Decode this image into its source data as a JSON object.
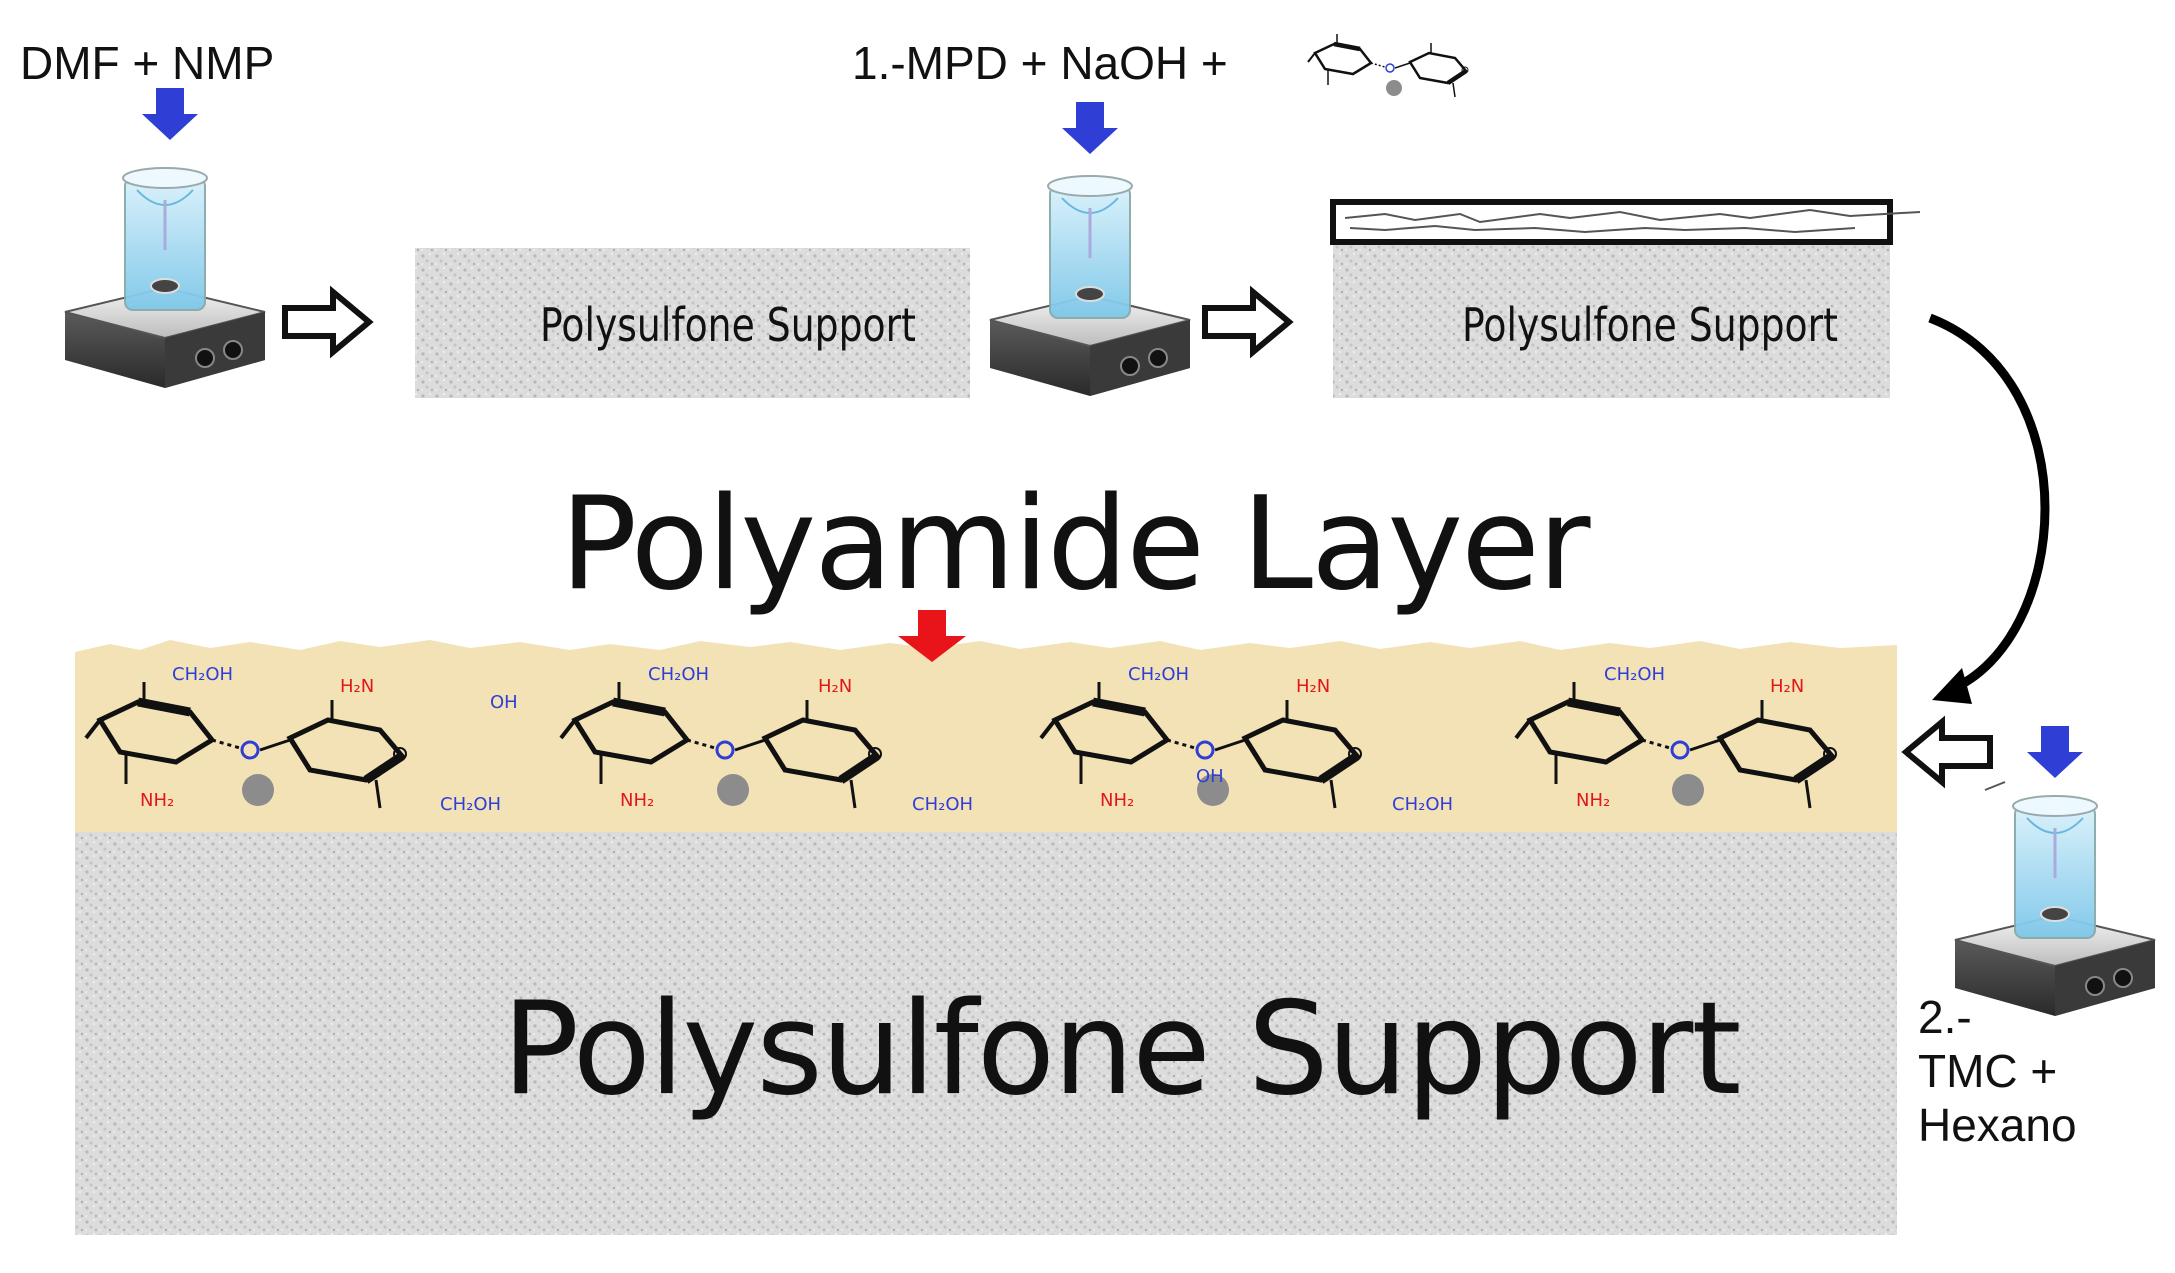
{
  "labels": {
    "step0": "DMF + NMP",
    "step1": "1.-MPD + NaOH +",
    "support_small_1": "Polysulfone Support",
    "support_small_2": "Polysulfone Support",
    "polyamide_layer": "Polyamide Layer",
    "support_big": "Polysulfone Support",
    "step2_line1": "2.-",
    "step2_line2": "TMC +",
    "step2_line3": "Hexano"
  },
  "chem_labels": {
    "ch2oh": "CH₂OH",
    "nh2": "NH₂",
    "h2n": "H₂N",
    "oh": "OH",
    "o": "O"
  },
  "icons": [
    "stirrer-beaker-icon",
    "arrow-down-icon",
    "hollow-arrow-right-icon",
    "curved-arrow-icon",
    "chitosan-structure-icon"
  ],
  "colors": {
    "down_arrow_blue": "#2f3fd6",
    "down_arrow_red": "#e8141a",
    "polyamide_fill": "#f3e2b6",
    "support_fill": "#d9d9d9",
    "chem_red": "#e01818",
    "chem_blue": "#2f3fd6"
  }
}
